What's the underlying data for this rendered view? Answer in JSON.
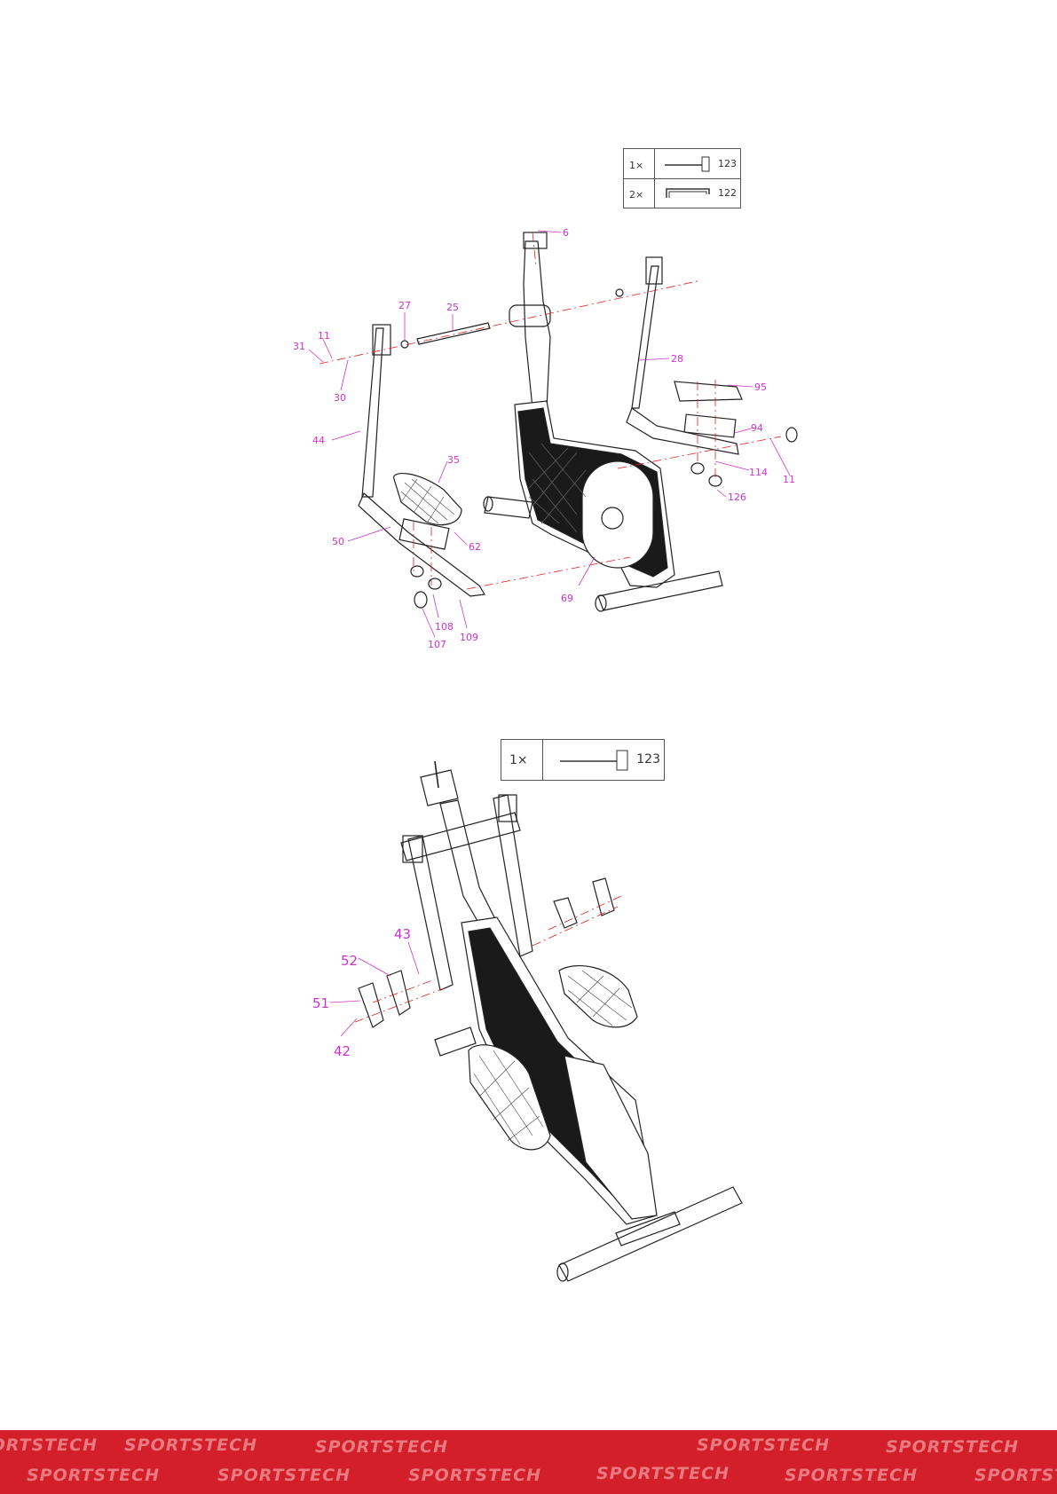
{
  "tool_box_1": {
    "rows": [
      {
        "qty": "1×",
        "part_number": "123",
        "icon": "allen-key-t-handle-icon"
      },
      {
        "qty": "2×",
        "part_number": "122",
        "icon": "allen-key-l-icon"
      }
    ]
  },
  "tool_box_2": {
    "rows": [
      {
        "qty": "1×",
        "part_number": "123",
        "icon": "allen-key-t-handle-icon"
      }
    ]
  },
  "diagram_1_labels": [
    "6",
    "27",
    "25",
    "31",
    "11",
    "30",
    "28",
    "95",
    "44",
    "35",
    "94",
    "11",
    "114",
    "126",
    "50",
    "62",
    "69",
    "108",
    "109",
    "107"
  ],
  "diagram_2_labels": [
    "43",
    "52",
    "51",
    "42"
  ],
  "footer": {
    "brand": "SPORTSTECH",
    "colors": {
      "background": "#d21f2a",
      "watermark": "#e87a80"
    }
  },
  "colors": {
    "callout": "#cc33cc",
    "line": "#222222",
    "centerline": "#e02020"
  }
}
